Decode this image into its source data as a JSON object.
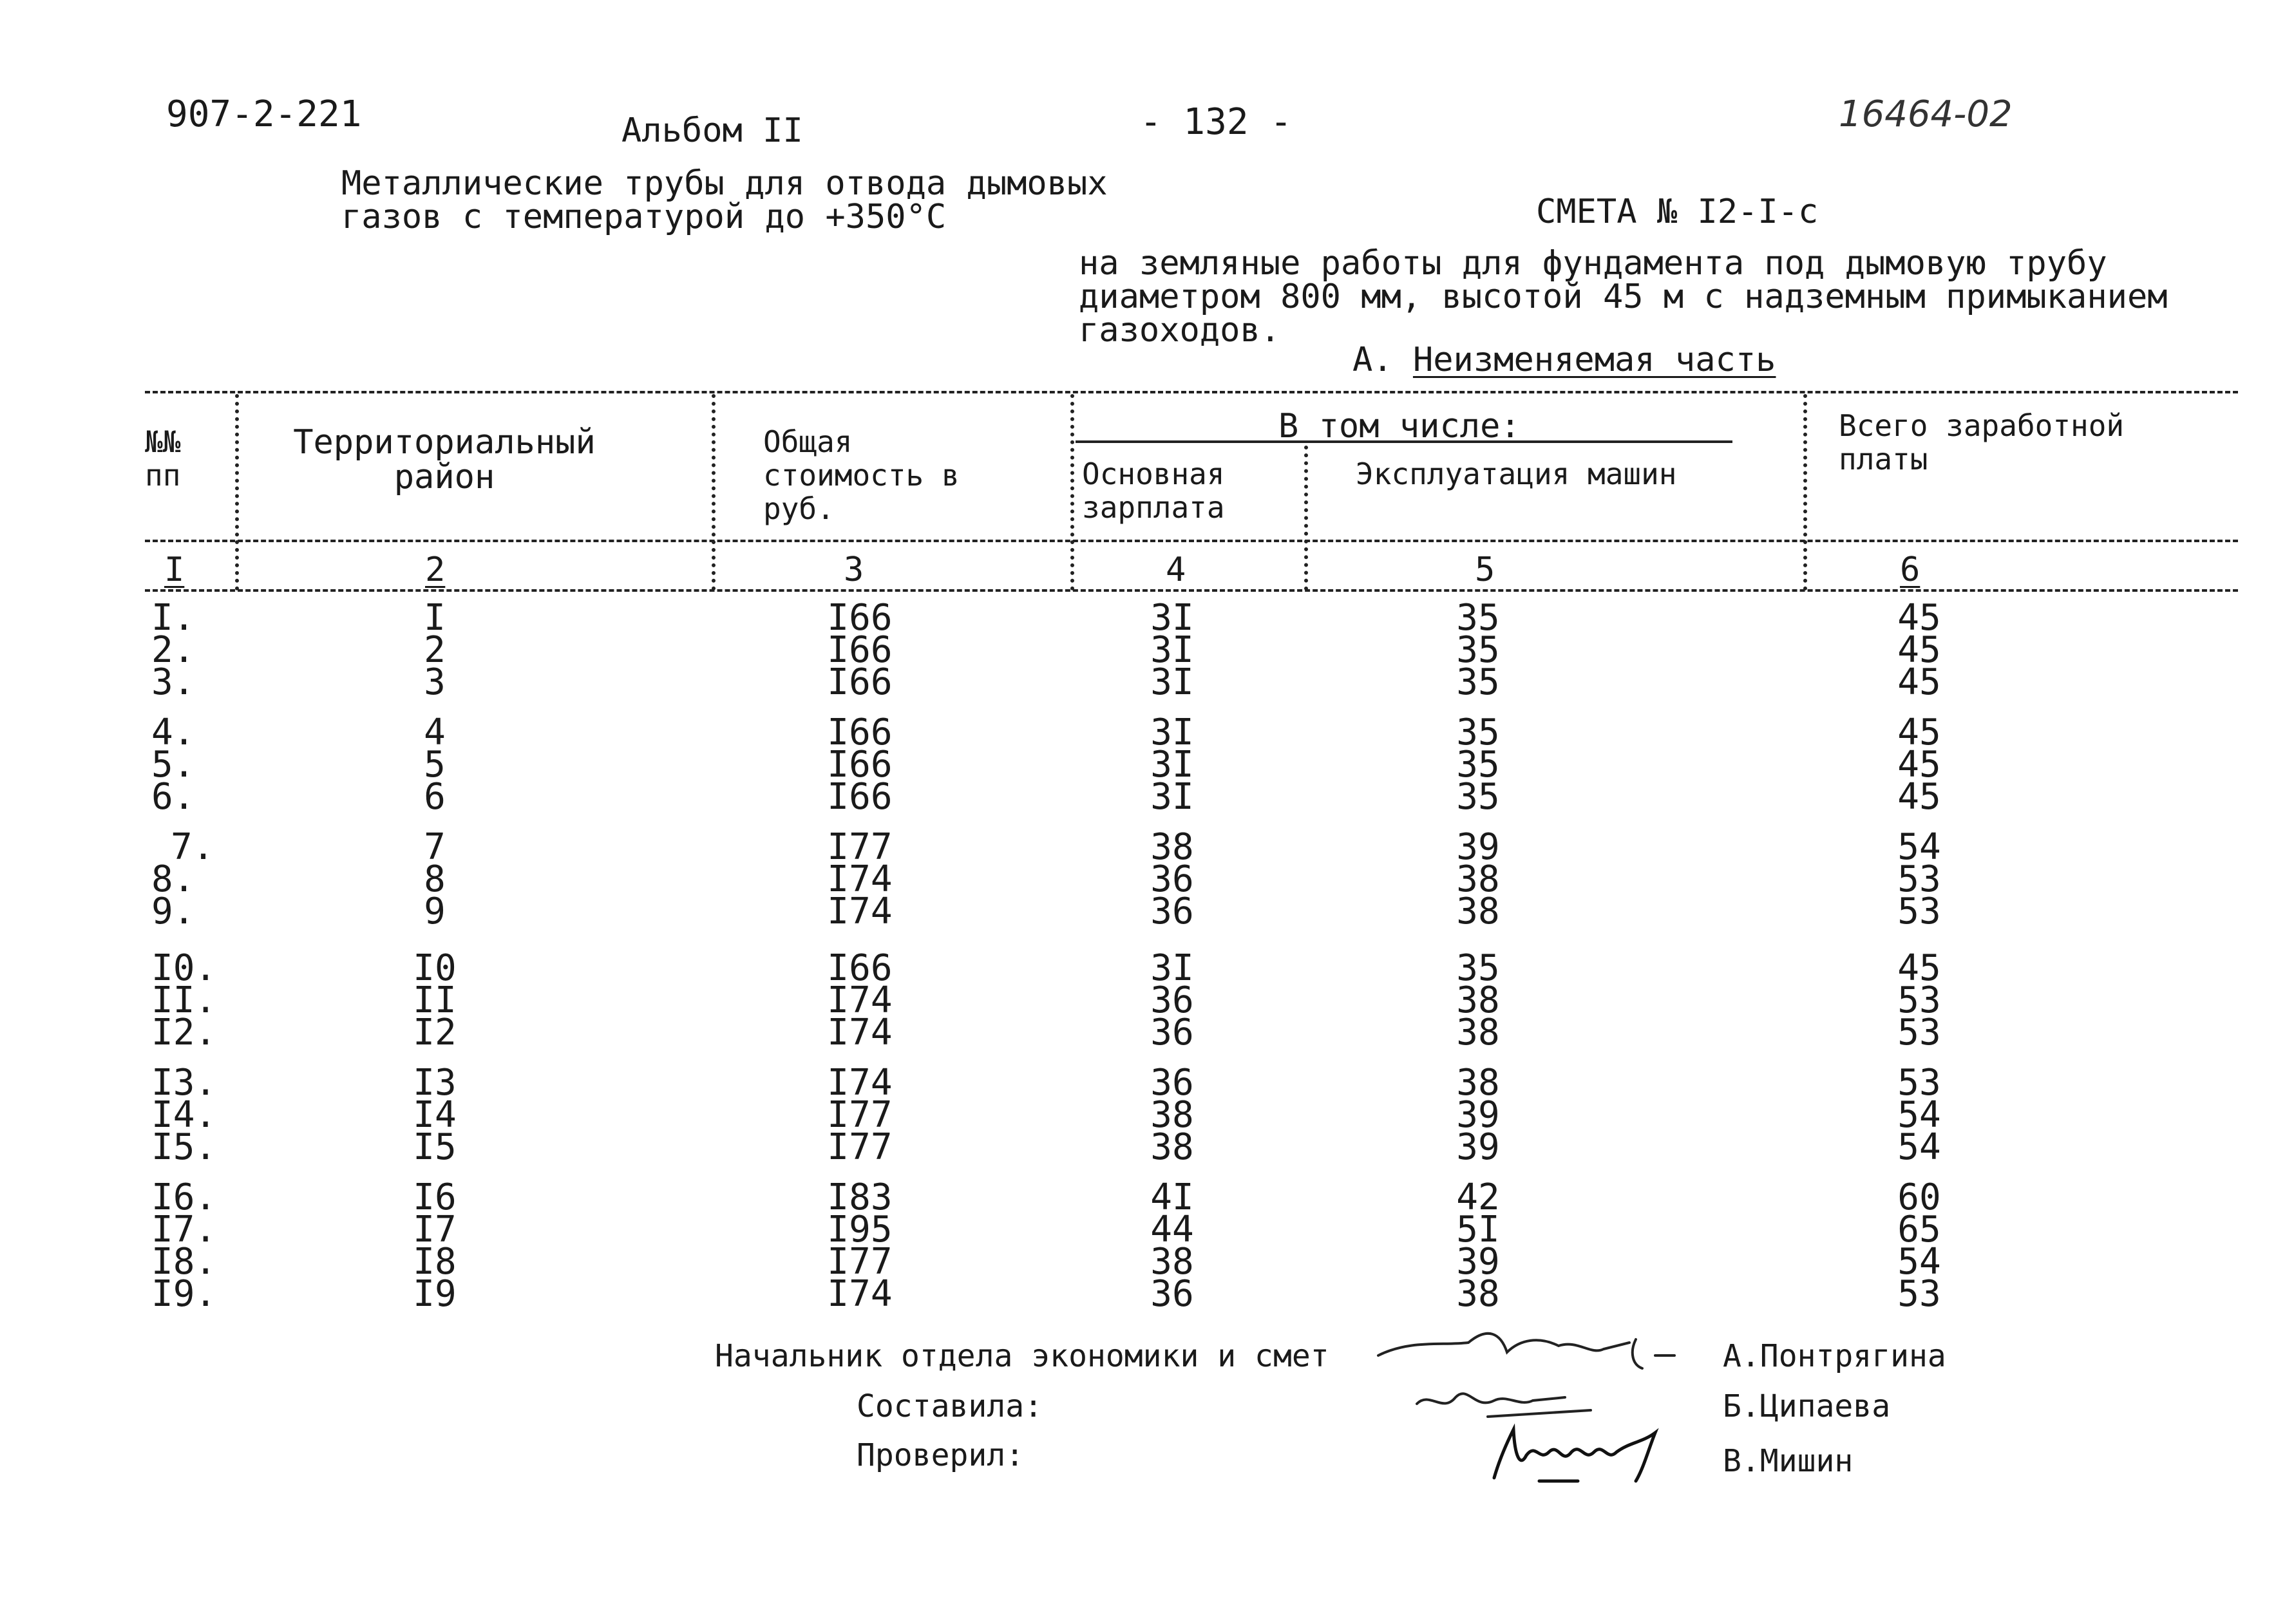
{
  "header": {
    "code": "907-2-221",
    "album": "Альбом II",
    "page": "- 132 -",
    "inventory": "16464-02",
    "subject_line1": "Металлические трубы для отвода дымовых",
    "subject_line2": "газов с температурой до +350°С",
    "estimate_no": "СМЕТА № I2-I-с",
    "desc_line1": "на земляные работы для фундамента под дымовую трубу",
    "desc_line2": "диаметром 800 мм, высотой 45 м с надземным примыканием",
    "desc_line3": "газоходов.",
    "part_prefix": "А.",
    "part_title": "Неизменяемая часть"
  },
  "table": {
    "headers": {
      "num": "№№ пп",
      "district": "Территориальный район",
      "total": "Общая стоимость в руб.",
      "including": "В том числе:",
      "base_salary": "Основная зарплата",
      "machines": "Эксплуатация машин",
      "total_salary": "Всего заработной платы"
    },
    "column_numbers": [
      "I",
      "2",
      "3",
      "4",
      "5",
      "6"
    ],
    "groups": [
      [
        [
          "I.",
          "I",
          "I66",
          "3I",
          "35",
          "45"
        ],
        [
          "2.",
          "2",
          "I66",
          "3I",
          "35",
          "45"
        ],
        [
          "3.",
          "3",
          "I66",
          "3I",
          "35",
          "45"
        ]
      ],
      [
        [
          "4.",
          "4",
          "I66",
          "3I",
          "35",
          "45"
        ],
        [
          "5.",
          "5",
          "I66",
          "3I",
          "35",
          "45"
        ],
        [
          "6.",
          "6",
          "I66",
          "3I",
          "35",
          "45"
        ]
      ],
      [
        [
          "7.",
          "7",
          "I77",
          "38",
          "39",
          "54"
        ],
        [
          "8.",
          "8",
          "I74",
          "36",
          "38",
          "53"
        ],
        [
          "9.",
          "9",
          "I74",
          "36",
          "38",
          "53"
        ]
      ],
      [
        [
          "I0.",
          "I0",
          "I66",
          "3I",
          "35",
          "45"
        ],
        [
          "II.",
          "II",
          "I74",
          "36",
          "38",
          "53"
        ],
        [
          "I2.",
          "I2",
          "I74",
          "36",
          "38",
          "53"
        ]
      ],
      [
        [
          "I3.",
          "I3",
          "I74",
          "36",
          "38",
          "53"
        ],
        [
          "I4.",
          "I4",
          "I77",
          "38",
          "39",
          "54"
        ],
        [
          "I5.",
          "I5",
          "I77",
          "38",
          "39",
          "54"
        ]
      ],
      [
        [
          "I6.",
          "I6",
          "I83",
          "4I",
          "42",
          "60"
        ],
        [
          "I7.",
          "I7",
          "I95",
          "44",
          "5I",
          "65"
        ],
        [
          "I8.",
          "I8",
          "I77",
          "38",
          "39",
          "54"
        ],
        [
          "I9.",
          "I9",
          "I74",
          "36",
          "38",
          "53"
        ]
      ]
    ]
  },
  "signatures": {
    "head_label": "Начальник отдела экономики и смет",
    "head_name": "А.Понтрягина",
    "composed_label": "Составила:",
    "composed_name": "Б.Ципаева",
    "checked_label": "Проверил:",
    "checked_name": "В.Мишин"
  }
}
